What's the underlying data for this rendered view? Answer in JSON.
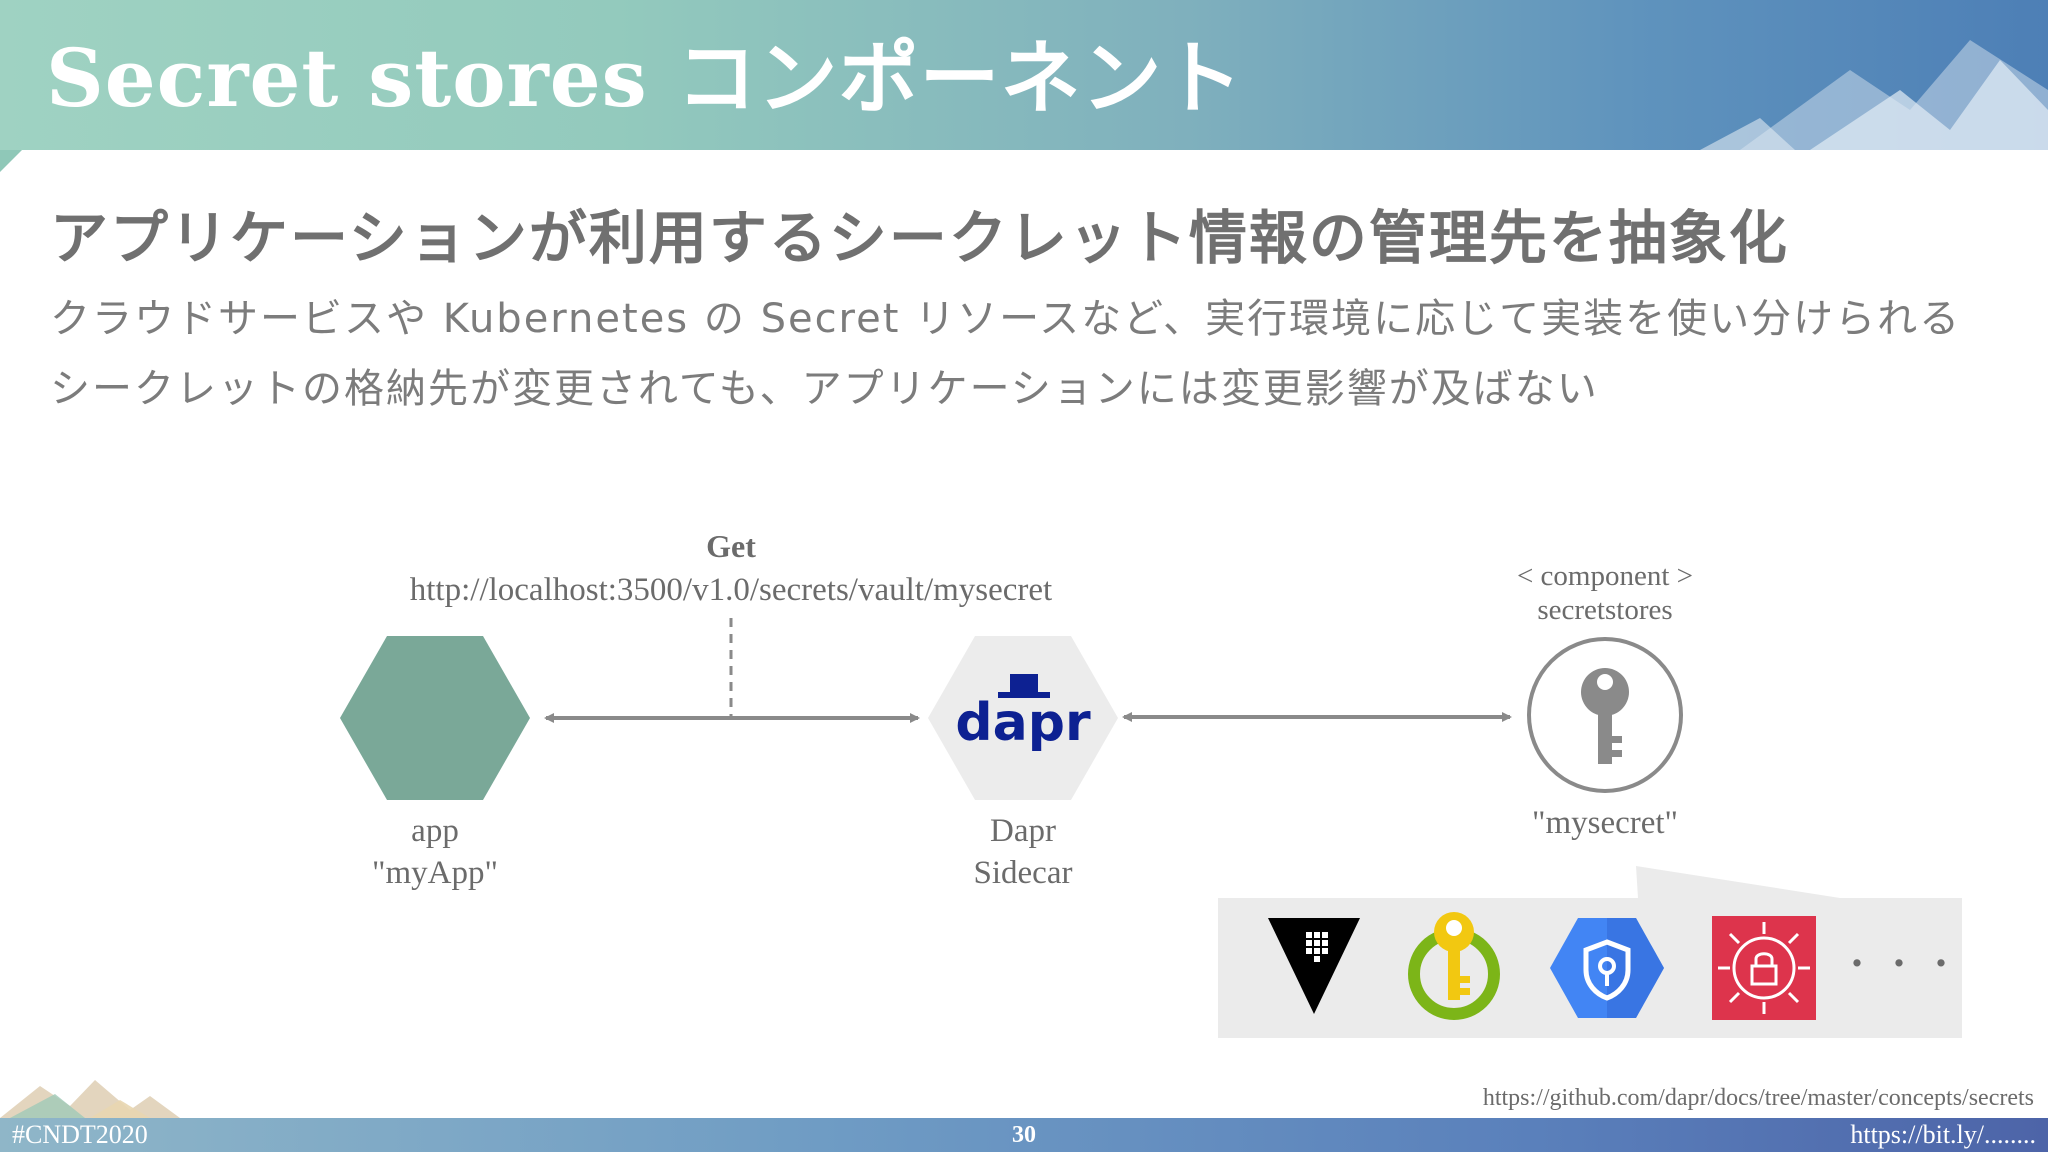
{
  "slide": {
    "title": "Secret stores コンポーネント",
    "heading": "アプリケーションが利用するシークレット情報の管理先を抽象化",
    "bullets": [
      "クラウドサービスや Kubernetes の Secret リソースなど、実行環境に応じて実装を使い分けられる",
      "シークレットの格納先が変更されても、アプリケーションには変更影響が及ばない"
    ]
  },
  "diagram": {
    "get_label": "Get",
    "get_url": "http://localhost:3500/v1.0/secrets/vault/mysecret",
    "component_tag": "< component >",
    "component_type": "secretstores",
    "app_label": "app",
    "app_name": "\"myApp\"",
    "dapr_logo_text": "dapr",
    "dapr_label": "Dapr",
    "dapr_sub": "Sidecar",
    "secret_name": "\"mysecret\"",
    "providers": [
      {
        "icon": "hashicorp-vault-icon"
      },
      {
        "icon": "azure-key-vault-icon"
      },
      {
        "icon": "gcp-secret-manager-icon"
      },
      {
        "icon": "aws-secrets-manager-icon"
      }
    ],
    "more": "・・・"
  },
  "footer": {
    "source_url": "https://github.com/dapr/docs/tree/master/concepts/secrets",
    "tag": "#CNDT2020",
    "page_number": "30",
    "link": "https://bit.ly/........"
  },
  "colors": {
    "header_start": "#9fd2c2",
    "header_end": "#4d7fb6",
    "app_hex": "#7aa898",
    "dapr_hex": "#ececec",
    "dapr_blue": "#0d2192",
    "arrow": "#8a8a8a",
    "text_gray": "#707070"
  }
}
